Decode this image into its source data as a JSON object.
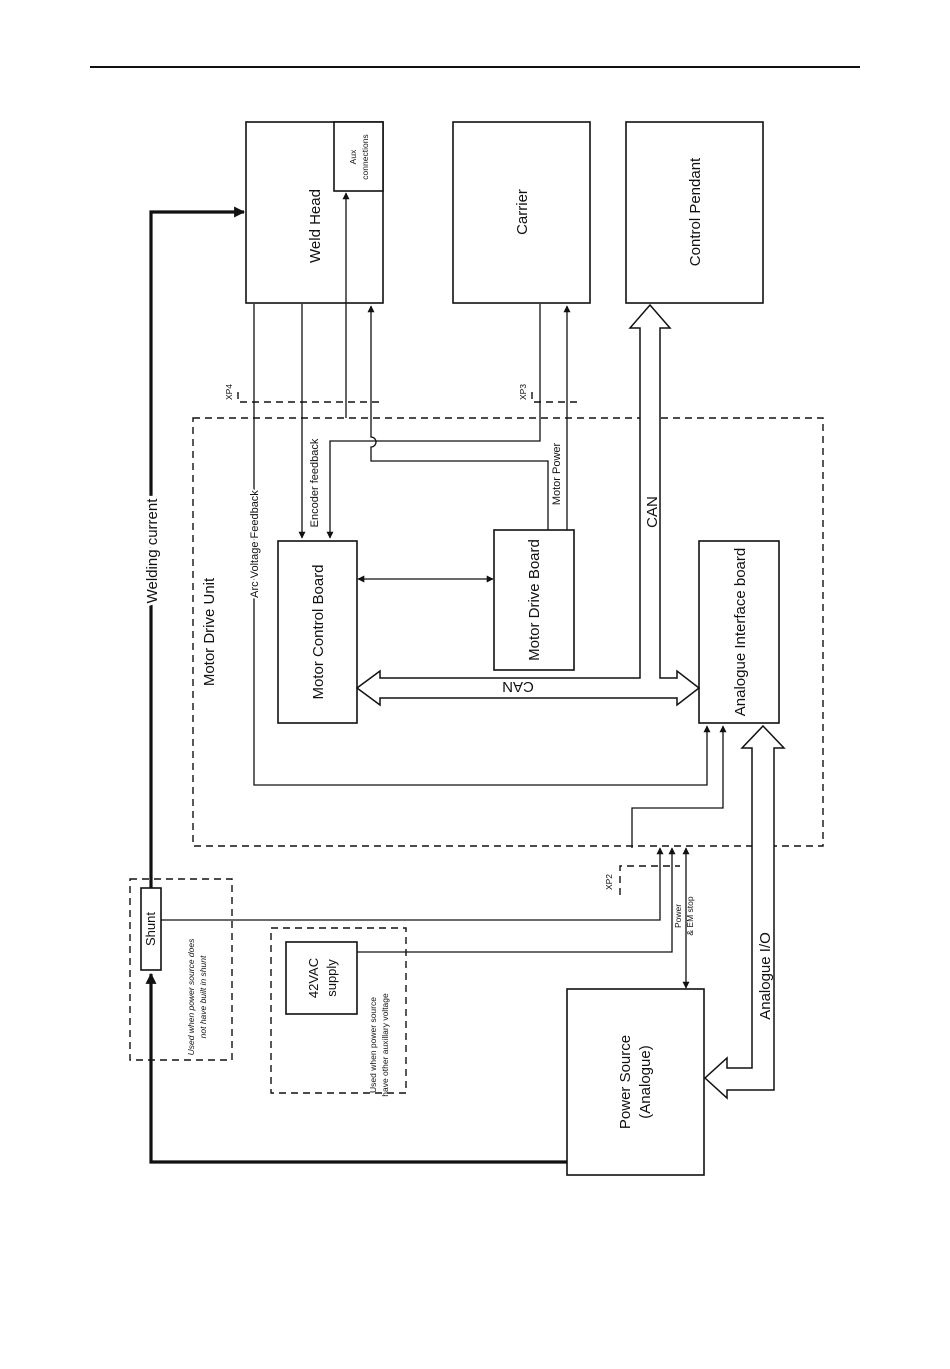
{
  "blocks": {
    "weld_head": "Weld Head",
    "aux_line1": "Aux",
    "aux_line2": "connections",
    "carrier": "Carrier",
    "control_pendant": "Control Pendant",
    "motor_control_board": "Motor Control Board",
    "motor_drive_board": "Motor Drive Board",
    "analogue_interface_board": "Analogue Interface board",
    "motor_drive_unit": "Motor Drive Unit",
    "shunt": "Shunt",
    "supply_line1": "42VAC",
    "supply_line2": "supply",
    "power_source_line1": "Power Source",
    "power_source_line2": "(Analogue)"
  },
  "signals": {
    "welding_current": "Welding current",
    "arc_voltage_feedback": "Arc Voltage Feedback",
    "encoder_feedback": "Encoder feedback",
    "motor_power": "Motor Power",
    "can_vertical": "CAN",
    "can_horizontal": "CAN",
    "analogue_io": "Analogue I/O",
    "power_em_line1": "Power",
    "power_em_line2": "& EM stop"
  },
  "connectors": {
    "xp4": "XP4",
    "xp3": "XP3",
    "xp2": "XP2"
  },
  "notes": {
    "shunt_line1": "Used when power source does",
    "shunt_line2": "not have built in shunt",
    "supply_line1": "Used when power source",
    "supply_line2": "have other auxillary voltage"
  }
}
